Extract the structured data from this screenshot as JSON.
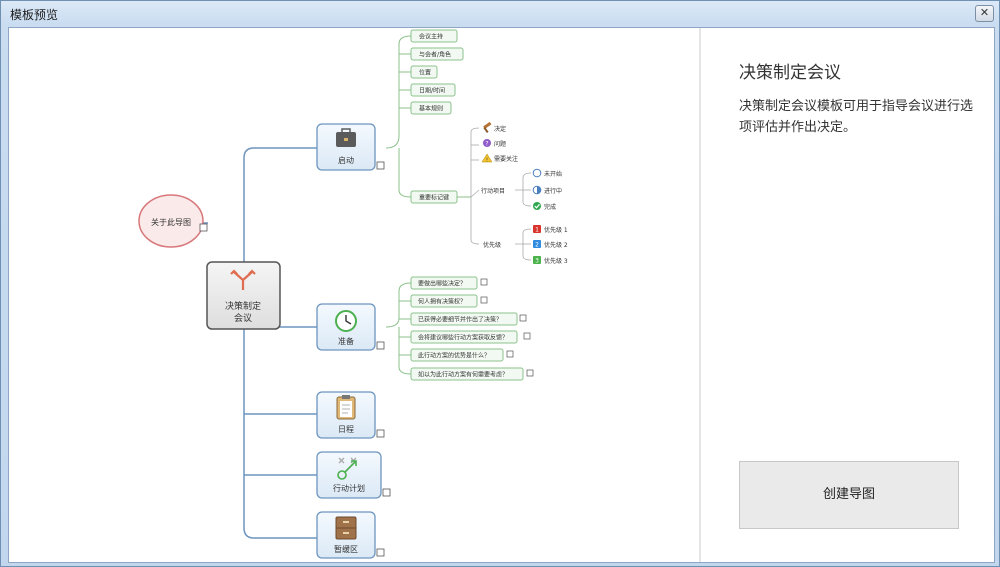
{
  "window": {
    "title": "模板预览",
    "close_label": "✕"
  },
  "sidebar": {
    "title": "决策制定会议",
    "description": "决策制定会议模板可用于指导会议进行选项评估并作出决定。",
    "create_label": "创建导图"
  },
  "mindmap": {
    "central": {
      "line1": "决策制定",
      "line2": "会议"
    },
    "about": "关于此导图",
    "branches": {
      "qidong": "启动",
      "zhunbei": "准备",
      "richeng": "日程",
      "xingdong": "行动计划",
      "zancun": "暂缓区"
    },
    "qidong_children": [
      "会议主持",
      "与会者/角色",
      "位置",
      "日期/时间",
      "基本规则",
      "重要标记键"
    ],
    "marker_key": {
      "icons": [
        "决定",
        "问题",
        "需要关注"
      ],
      "action": "行动项目",
      "action_items": [
        "未开始",
        "进行中",
        "完成"
      ],
      "priority": "优先级",
      "priority_items": [
        "优先级 1",
        "优先级 2",
        "优先级 3"
      ]
    },
    "zhunbei_children": [
      "要做出哪些决定？",
      "何人拥有决策权？",
      "已获得必要细节并作出了决策？",
      "会将建议哪些行动方案获取反馈？",
      "此行动方案的优势是什么？",
      "如以为此行动方案有何需要考虑？"
    ]
  },
  "colors": {
    "accent": "#5b8ab8",
    "leaf_border": "#8cc28c",
    "about_border": "#d8777a"
  }
}
